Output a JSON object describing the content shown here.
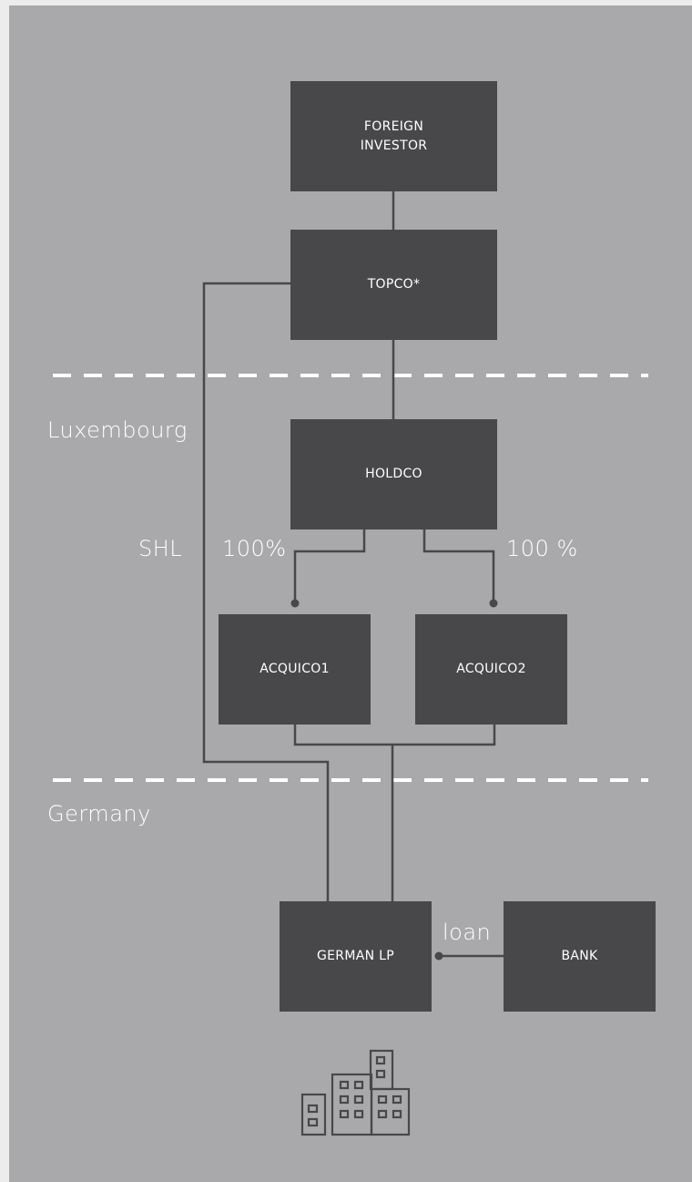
{
  "entities": {
    "foreign_investor": "FOREIGN\nINVESTOR",
    "topco": "TOPCO*",
    "holdco": "HOLDCO",
    "acquico1": "ACQUICO1",
    "acquico2": "ACQUICO2",
    "german_lp": "GERMAN LP",
    "bank": "BANK"
  },
  "regions": {
    "luxembourg": "Luxembourg",
    "germany": "Germany"
  },
  "labels": {
    "shl": "SHL",
    "share_acquico1": "100%",
    "share_acquico2": "100 %",
    "loan": "loan"
  },
  "colors": {
    "background": "#a9a9ac",
    "box": "#48484a",
    "line": "#48484a",
    "text": "#ffffff"
  },
  "icons": {
    "bottom": "office-buildings-icon"
  }
}
